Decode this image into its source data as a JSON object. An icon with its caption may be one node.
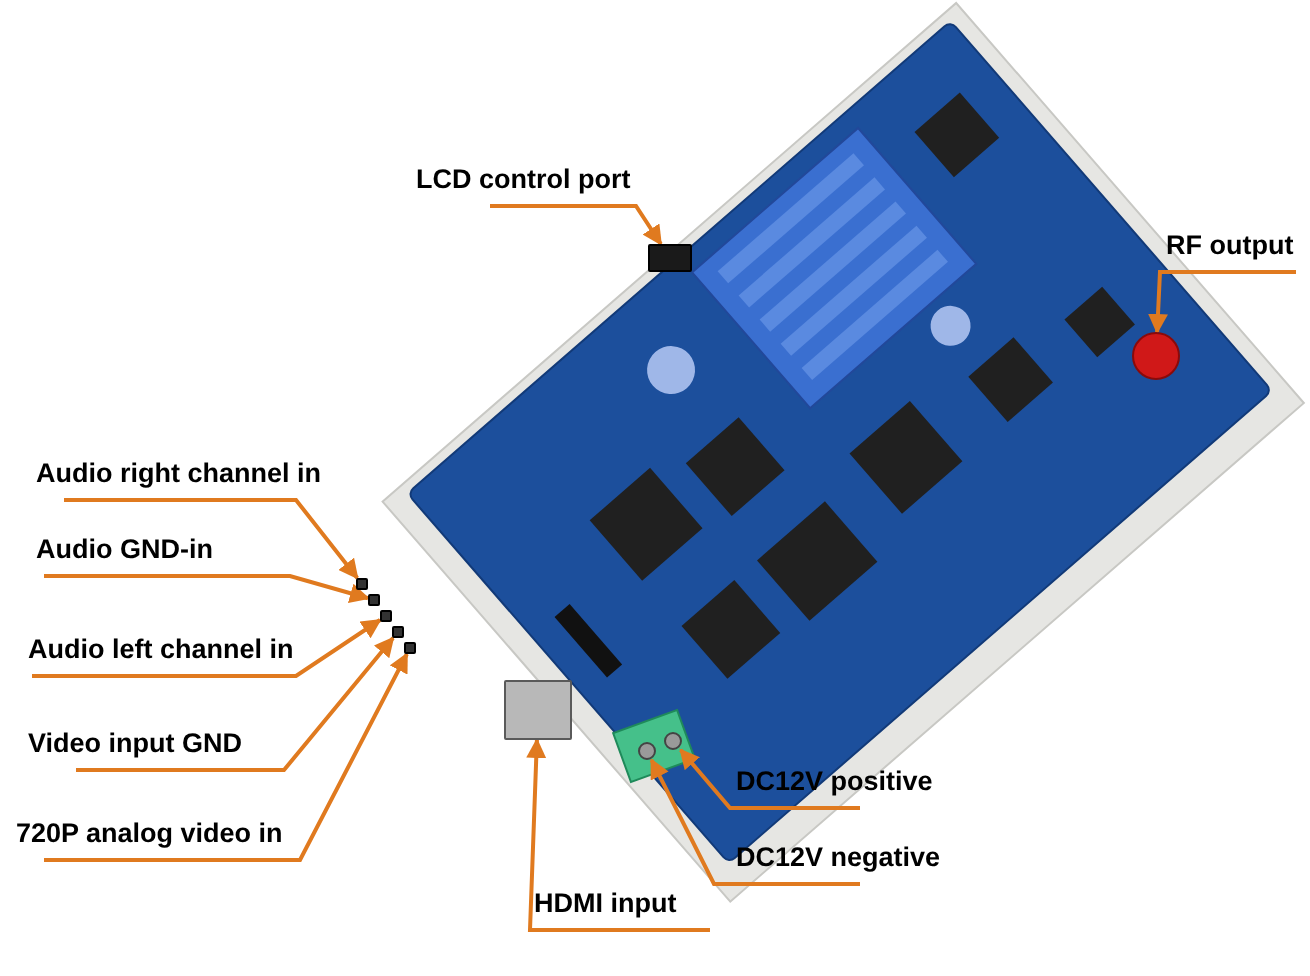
{
  "diagram": {
    "nodes": [
      {
        "text": [
          "LCD control port"
        ]
      },
      {
        "text": [
          "RF output"
        ]
      },
      {
        "text": [
          "Audio right channel in"
        ]
      },
      {
        "text": [
          "Audio GND-in"
        ]
      },
      {
        "text": [
          "Audio left channel in"
        ]
      },
      {
        "text": [
          "Video input GND"
        ]
      },
      {
        "text": [
          "720P analog video in"
        ]
      },
      {
        "text": [
          "DC12V positive"
        ]
      },
      {
        "text": [
          "DC12V negative"
        ]
      },
      {
        "text": [
          "HDMI input"
        ]
      },
      {
        "text": [],
        "shape": "box"
      },
      {
        "text": [],
        "shape": "circle"
      },
      {
        "text": [],
        "shape": "box"
      },
      {
        "text": [],
        "shape": "box"
      },
      {
        "text": [],
        "shape": "box"
      },
      {
        "text": [],
        "shape": "box"
      },
      {
        "text": [],
        "shape": "box"
      },
      {
        "text": [],
        "shape": "circle"
      },
      {
        "text": [],
        "shape": "circle"
      },
      {
        "text": [],
        "shape": "box"
      }
    ],
    "edges": [
      {
        "from": 0,
        "to": 10,
        "arrow": "to"
      },
      {
        "from": 1,
        "to": 11,
        "arrow": "to"
      },
      {
        "from": 2,
        "to": 12,
        "arrow": "to"
      },
      {
        "from": 3,
        "to": 13,
        "arrow": "to"
      },
      {
        "from": 4,
        "to": 14,
        "arrow": "to"
      },
      {
        "from": 5,
        "to": 15,
        "arrow": "to"
      },
      {
        "from": 6,
        "to": 16,
        "arrow": "to"
      },
      {
        "from": 7,
        "to": 17,
        "arrow": "to"
      },
      {
        "from": 8,
        "to": 18,
        "arrow": "to"
      },
      {
        "from": 9,
        "to": 19,
        "arrow": "to"
      }
    ]
  }
}
